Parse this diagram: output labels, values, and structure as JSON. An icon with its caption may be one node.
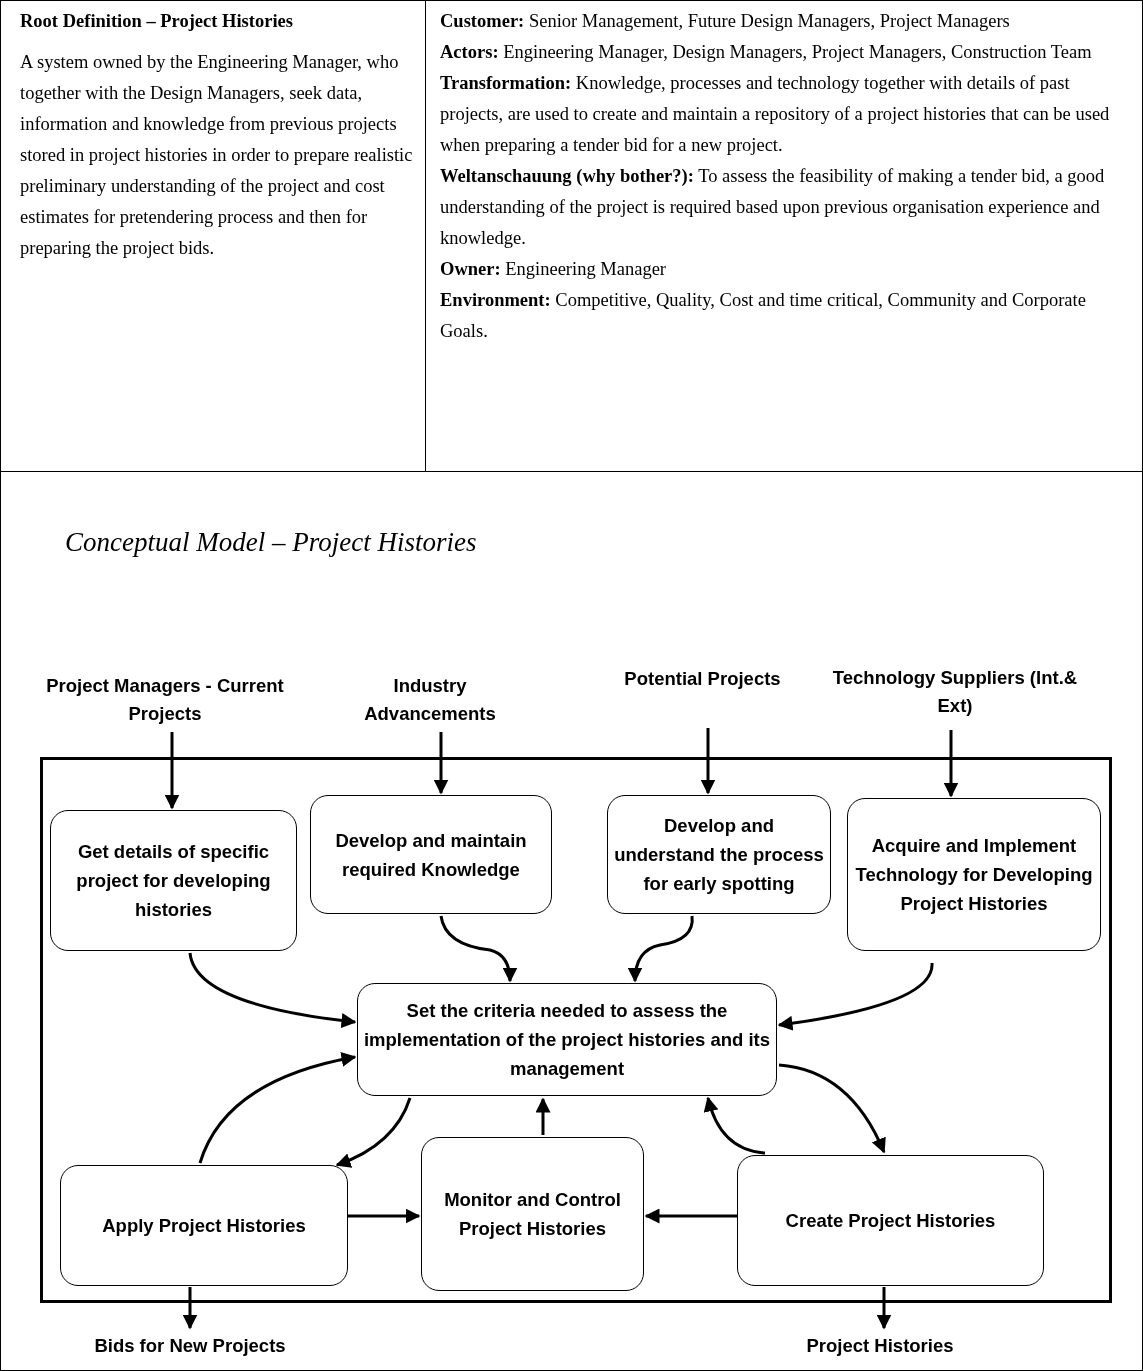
{
  "diagram": {
    "title": "Conceptual Model – Project Histories",
    "nodes": [
      {
        "text": [
          "Project Managers - Current Projects"
        ]
      },
      {
        "text": [
          "Industry Advancements"
        ]
      },
      {
        "text": [
          "Potential Projects"
        ]
      },
      {
        "text": [
          "Technology Suppliers (Int.& Ext)"
        ]
      },
      {
        "text": [],
        "shape": "box"
      },
      {
        "text": [
          "Get details of specific project for developing histories"
        ],
        "in": 4
      },
      {
        "text": [
          "Develop and maintain required Knowledge"
        ],
        "in": 4
      },
      {
        "text": [
          "Develop and understand the process for early spotting"
        ],
        "in": 4
      },
      {
        "text": [
          "Acquire and Implement Technology for Developing Project Histories"
        ],
        "in": 4
      },
      {
        "text": [
          "Set the criteria needed to assess the implementation of the project histories and its management"
        ],
        "in": 4
      },
      {
        "text": [
          "Apply Project Histories"
        ],
        "in": 4
      },
      {
        "text": [
          "Monitor and Control Project Histories"
        ],
        "in": 4
      },
      {
        "text": [
          "Create Project Histories"
        ],
        "in": 4
      },
      {
        "text": [
          "Bids for New Projects"
        ]
      },
      {
        "text": [
          "Project Histories"
        ]
      }
    ],
    "edges": [
      {
        "from": 0,
        "to": 5,
        "arrow": "to"
      },
      {
        "from": 1,
        "to": 6,
        "arrow": "to"
      },
      {
        "from": 2,
        "to": 7,
        "arrow": "to"
      },
      {
        "from": 3,
        "to": 8,
        "arrow": "to"
      },
      {
        "from": 5,
        "to": 9,
        "arrow": "to"
      },
      {
        "from": 6,
        "to": 9,
        "arrow": "to"
      },
      {
        "from": 7,
        "to": 9,
        "arrow": "to"
      },
      {
        "from": 8,
        "to": 9,
        "arrow": "to"
      },
      {
        "from": 10,
        "to": 9,
        "arrow": "to"
      },
      {
        "from": 9,
        "to": 10,
        "arrow": "to"
      },
      {
        "from": 11,
        "to": 9,
        "arrow": "to"
      },
      {
        "from": 12,
        "to": 9,
        "arrow": "to"
      },
      {
        "from": 9,
        "to": 12,
        "arrow": "to"
      },
      {
        "from": 10,
        "to": 11,
        "arrow": "to"
      },
      {
        "from": 12,
        "to": 11,
        "arrow": "to"
      },
      {
        "from": 10,
        "to": 13,
        "arrow": "to"
      },
      {
        "from": 12,
        "to": 14,
        "arrow": "to"
      }
    ],
    "labels": [
      "Root Definition – Project Histories",
      "A system owned by the Engineering Manager, who together with the Design Managers, seek data, information and knowledge from previous projects stored in project histories in order to prepare realistic preliminary understanding of the project and cost estimates for pretendering process and then for preparing the project bids.",
      "**Customer:** Senior Management, Future Design Managers, Project Managers",
      "**Actors:** Engineering Manager, Design Managers, Project Managers, Construction Team",
      "**Transformation:** Knowledge, processes and technology together with details of past projects, are used to create and maintain a repository of a project histories that can be used when preparing a tender bid for a new project.",
      "**Weltanschauung (why bother?):** To assess the feasibility of making a tender bid, a good understanding of the project is required based upon previous organisation experience and knowledge.",
      "**Owner:** Engineering Manager",
      "**Environment:** Competitive, Quality, Cost and time critical, Community and Corporate Goals."
    ]
  }
}
